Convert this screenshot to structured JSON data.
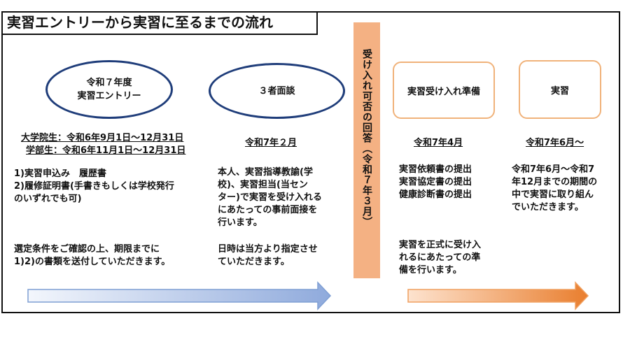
{
  "title": "実習エントリーから実習に至るまでの流れ",
  "steps": {
    "entry": {
      "label_line1": "令和７年度",
      "label_line2": "実習エントリー",
      "date_line1": "大学院生：令和6年9月1日～12月31日",
      "date_line2": "学部生：令和6年11月1日～12月31日",
      "body1": [
        "1)実習申込み　履歴書",
        "2)履修証明書(手書きもしくは学校発行",
        "のいずれでも可)"
      ],
      "body2": [
        "選定条件をご確認の上、期限までに",
        "1)2)の書類を送付していただきます。"
      ]
    },
    "interview": {
      "label": "３者面談",
      "date": "令和7年２月",
      "body1": [
        "本人、実習指導教諭(学",
        "校)、実習担当(当セン",
        "ター)で実習を受け入れる",
        "にあたっての事前面接を",
        "行います。"
      ],
      "body2": [
        "日時は当方より指定させ",
        "ていただきます。"
      ]
    },
    "answer": {
      "label": "受け入れ可否の回答（令和７年３月）"
    },
    "preparation": {
      "label": "実習受け入れ準備",
      "date": "令和7年4月",
      "body1": [
        "実習依頼書の提出",
        "実習協定書の提出",
        "健康診断書の提出"
      ],
      "body2": [
        "実習を正式に受け入",
        "れるにあたっての準",
        "備を行います。"
      ]
    },
    "practice": {
      "label": "実習",
      "date": "令和7年6月～",
      "body1": [
        "令和7年6月～令和7",
        "年12月までの期間の",
        "中で実習に取り組ん",
        "でいただきます。"
      ]
    }
  },
  "colors": {
    "ellipse_border": "#1f3d7a",
    "orange_box_border": "#f0b27a",
    "answer_bar": "#f4b183",
    "blue_arrow": "#8faadc",
    "orange_arrow": "#e97e2e"
  }
}
